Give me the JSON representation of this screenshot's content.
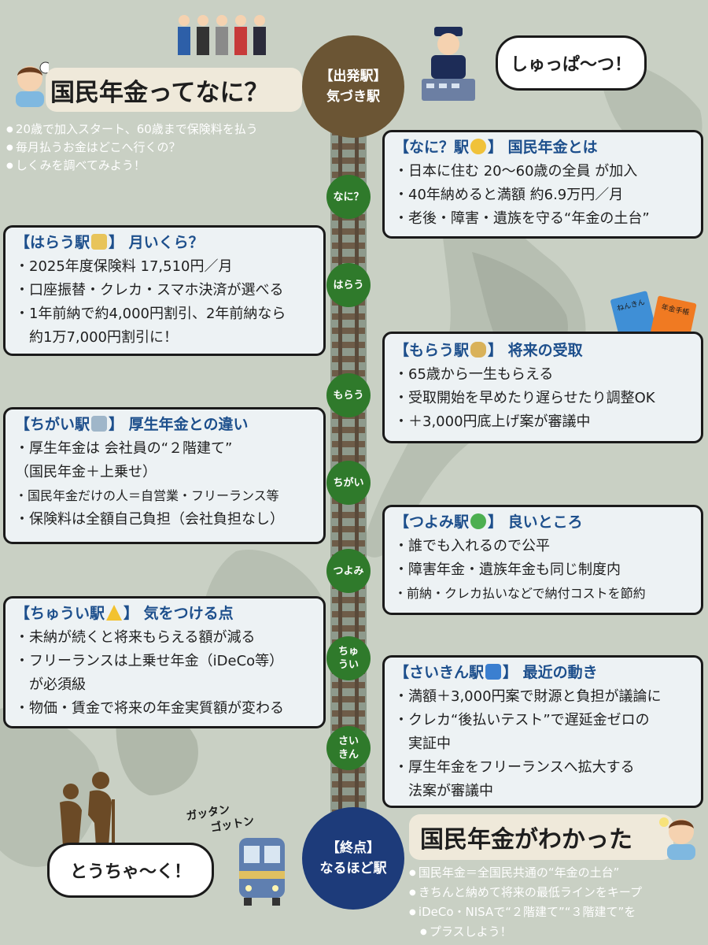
{
  "intro": {
    "title": "国民年金ってなに？",
    "bullets": [
      "20歳で加入スタート、60歳まで保険料を払う",
      "毎月払うお金はどこへ行くの？",
      "しくみを調べてみよう！"
    ]
  },
  "start_station": {
    "line1": "【出発駅】",
    "line2": "気づき駅"
  },
  "conductor_bubble": "しゅっぱ〜つ！",
  "stations": {
    "nani": {
      "stop_label": "なに？",
      "title": "【なに？駅",
      "subtitle": "】 国民年金とは",
      "items": [
        "・日本に住む 20〜60歳の全員 が加入",
        "・40年納めると満額 約6.9万円／月",
        "・老後・障害・遺族を守る“年金の土台”"
      ]
    },
    "harau": {
      "stop_label": "はらう",
      "title": "【はらう駅",
      "subtitle": "】 月いくら？",
      "items": [
        "・2025年度保険料 17,510円／月",
        "・口座振替・クレカ・スマホ決済が選べる",
        "・1年前納で約4,000円割引、2年前納なら",
        "　約1万7,000円割引に！"
      ]
    },
    "morau": {
      "stop_label": "もらう",
      "title": "【もらう駅",
      "subtitle": "】 将来の受取",
      "items": [
        "・65歳から一生もらえる",
        "・受取開始を早めたり遅らせたり調整OK",
        "・＋3,000円底上げ案が審議中"
      ]
    },
    "chigai": {
      "stop_label": "ちがい",
      "title": "【ちがい駅",
      "subtitle": "】 厚生年金との違い",
      "items": [
        "・厚生年金は 会社員の“２階建て”",
        "（国民年金＋上乗せ）",
        "・国民年金だけの人＝自営業・フリーランス等",
        "・保険料は全額自己負担（会社負担なし）"
      ]
    },
    "tsuyomi": {
      "stop_label": "つよみ",
      "title": "【つよみ駅",
      "subtitle": "】 良いところ",
      "items": [
        "・誰でも入れるので公平",
        "・障害年金・遺族年金も同じ制度内",
        "・前納・クレカ払いなどで納付コストを節約"
      ]
    },
    "chuui": {
      "stop_label1": "ちゅ",
      "stop_label2": "うい",
      "title": "【ちゅうい駅",
      "subtitle": "】 気をつける点",
      "items": [
        "・未納が続くと将来もらえる額が減る",
        "・フリーランスは上乗せ年金（iDeCo等）",
        "　が必須級",
        "・物価・賃金で将来の年金実質額が変わる"
      ]
    },
    "saikin": {
      "stop_label1": "さい",
      "stop_label2": "きん",
      "title": "【さいきん駅",
      "subtitle": "】 最近の動き",
      "items": [
        "・満額＋3,000円案で財源と負担が議論に",
        "・クレカ“後払いテスト”で遅延金ゼロの",
        "　実証中",
        "・厚生年金をフリーランスへ拡大する",
        "　法案が審議中"
      ]
    }
  },
  "book_labels": {
    "blue": "ねんきん",
    "orange": "年金手帳"
  },
  "train_sound": {
    "line1": "ガッタン",
    "line2": "ゴットン"
  },
  "arrive_bubble": "とうちゃ〜く！",
  "end_station": {
    "line1": "【終点】",
    "line2": "なるほど駅"
  },
  "outro": {
    "title": "国民年金がわかった",
    "bullets": [
      "国民年金＝全国民共通の“年金の土台”",
      "きちんと納めて将来の最低ラインをキープ",
      "iDeCo・NISAで“２階建て”“３階建て”を",
      "プラスしよう！"
    ]
  },
  "colors": {
    "background": "#c9d0c4",
    "title_blue": "#1d4f8c",
    "stop_green": "#2f7a2b",
    "start_brown": "#6b5534",
    "end_navy": "#1d3b7a"
  }
}
